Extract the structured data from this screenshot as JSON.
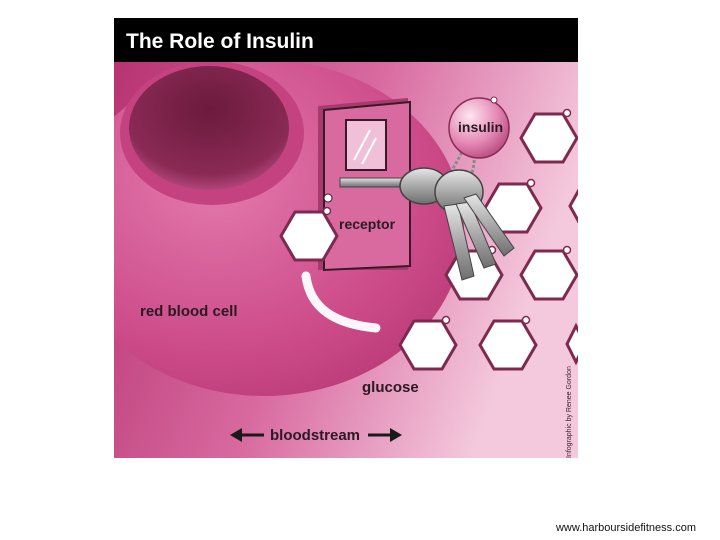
{
  "figure": {
    "title": "The Role of Insulin",
    "labels": {
      "insulin": "insulin",
      "receptor": "receptor",
      "red_blood_cell": "red blood cell",
      "glucose": "glucose",
      "bloodstream": "bloodstream"
    },
    "credit": "Infographic by Renee Gordon"
  },
  "footer": {
    "source": "www.harboursidefitness.com"
  },
  "colors": {
    "title_bar": "#000000",
    "title_text": "#ffffff",
    "background_dark": "#b5306e",
    "background_light": "#f4c9dd",
    "cell": "#d2508f",
    "cell_hollow": "#7a1f47",
    "glucose_fill": "#ffffff",
    "glucose_outline": "#7d2a4e",
    "door": "#cf5a93",
    "key": "#b8b8b8",
    "insulin_sphere": "#e58ab6"
  }
}
